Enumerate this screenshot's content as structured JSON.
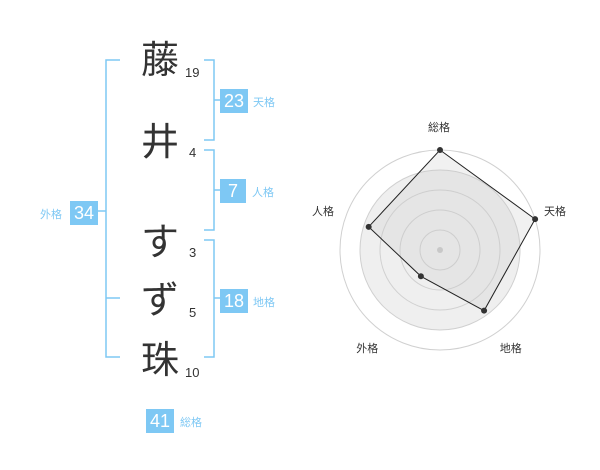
{
  "name_chars": [
    {
      "char": "藤",
      "strokes": "19"
    },
    {
      "char": "井",
      "strokes": "4"
    },
    {
      "char": "す",
      "strokes": "3"
    },
    {
      "char": "ず",
      "strokes": "5"
    },
    {
      "char": "珠",
      "strokes": "10"
    }
  ],
  "kakusu": {
    "tenkaku": {
      "value": "23",
      "label": "天格"
    },
    "jinkaku": {
      "value": "7",
      "label": "人格"
    },
    "chikaku": {
      "value": "18",
      "label": "地格"
    },
    "gaikaku": {
      "value": "34",
      "label": "外格"
    },
    "soukaku": {
      "value": "41",
      "label": "総格"
    }
  },
  "colors": {
    "accent": "#7ec8f4",
    "text": "#333333",
    "radar_fill": "#efefef"
  },
  "chart_data": {
    "type": "radar",
    "axes": [
      "総格",
      "天格",
      "地格",
      "外格",
      "人格"
    ],
    "values": [
      4,
      4,
      3,
      1.3,
      3
    ],
    "rmax": 4,
    "rings": 4
  }
}
